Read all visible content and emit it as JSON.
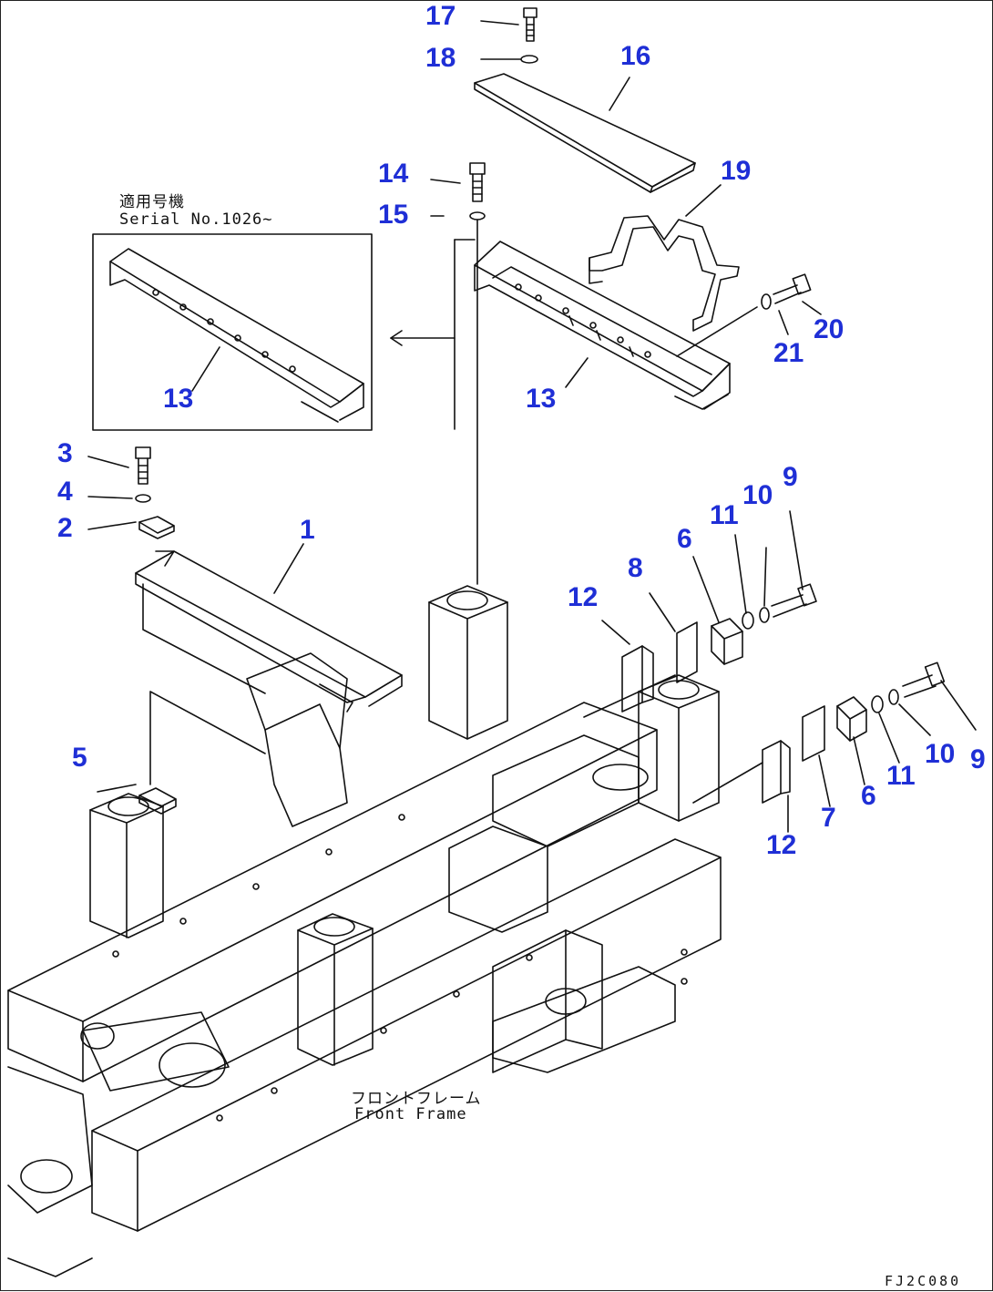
{
  "diagram": {
    "callout_color": "#1f2fd6",
    "line_color": "#111111",
    "drawing_code": "FJ2C080",
    "inset": {
      "jp_label": "適用号機",
      "serial_label": "Serial No.1026~",
      "callout": "13"
    },
    "frame_label": {
      "jp": "フロントフレーム",
      "en": "Front Frame"
    },
    "callouts": {
      "c1": "1",
      "c2": "2",
      "c3": "3",
      "c4": "4",
      "c5": "5",
      "c6a": "6",
      "c6b": "6",
      "c7": "7",
      "c8": "8",
      "c9a": "9",
      "c9b": "9",
      "c10a": "10",
      "c10b": "10",
      "c11a": "11",
      "c11b": "11",
      "c12a": "12",
      "c12b": "12",
      "c13": "13",
      "c14": "14",
      "c15": "15",
      "c16": "16",
      "c17": "17",
      "c18": "18",
      "c19": "19",
      "c20": "20",
      "c21": "21"
    }
  }
}
